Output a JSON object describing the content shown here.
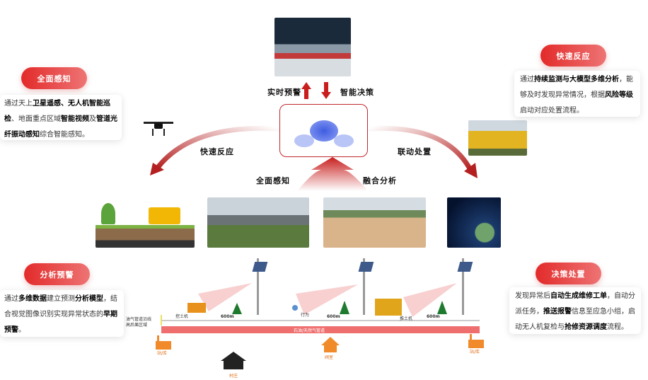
{
  "center": {
    "top_left_label": "实时预警",
    "top_right_label": "智能决策",
    "left_arc_label": "快速反应",
    "right_arc_label": "联动处置",
    "bottom_left_label": "全面感知",
    "bottom_right_label": "融合分析"
  },
  "cards": [
    {
      "title": "全面感知",
      "segments": [
        {
          "t": "通过天上",
          "b": false
        },
        {
          "t": "卫星遥感、无人机智能巡检",
          "b": true
        },
        {
          "t": "、地面重点区域",
          "b": false
        },
        {
          "t": "智能视频",
          "b": true
        },
        {
          "t": "及",
          "b": false
        },
        {
          "t": "管道光纤振动感知",
          "b": true
        },
        {
          "t": "综合智能感知。",
          "b": false
        }
      ]
    },
    {
      "title": "快速反应",
      "segments": [
        {
          "t": "通过",
          "b": false
        },
        {
          "t": "持续监测与大模型多维分析",
          "b": true
        },
        {
          "t": "，能够及时发现异常情况，根据",
          "b": false
        },
        {
          "t": "风险等级",
          "b": true
        },
        {
          "t": "启动对应处置流程。",
          "b": false
        }
      ]
    },
    {
      "title": "分析预警",
      "segments": [
        {
          "t": "通过",
          "b": false
        },
        {
          "t": "多维数据",
          "b": true
        },
        {
          "t": "建立预测",
          "b": false
        },
        {
          "t": "分析模型",
          "b": true
        },
        {
          "t": "，结合视觉图像识别实现异常状态的",
          "b": false
        },
        {
          "t": "早期预警",
          "b": true
        },
        {
          "t": "。",
          "b": false
        }
      ]
    },
    {
      "title": "决策处置",
      "segments": [
        {
          "t": "发现异常后",
          "b": false
        },
        {
          "t": "自动生成维修工单",
          "b": true
        },
        {
          "t": "，自动分派任务，",
          "b": false
        },
        {
          "t": "推送报警",
          "b": true
        },
        {
          "t": "信息至应急小组，启动无人机复检与",
          "b": false
        },
        {
          "t": "抢修资源调度",
          "b": true
        },
        {
          "t": "流程。",
          "b": false
        }
      ]
    }
  ],
  "diagram": {
    "area_label": "油气管道沿线高后果区域",
    "pipeline_label": "石油/天然气管道",
    "excavator_label": "挖土机",
    "person_label": "行为",
    "bulldozer_label": "推土机",
    "distance_labels": [
      "600m",
      "600m",
      "600m"
    ],
    "station_left": "站/库",
    "station_right": "站/库",
    "village": "村庄",
    "valve_room": "阀室"
  },
  "colors": {
    "accent": "#e32a2a",
    "pipeline": "#ef6f6f"
  }
}
